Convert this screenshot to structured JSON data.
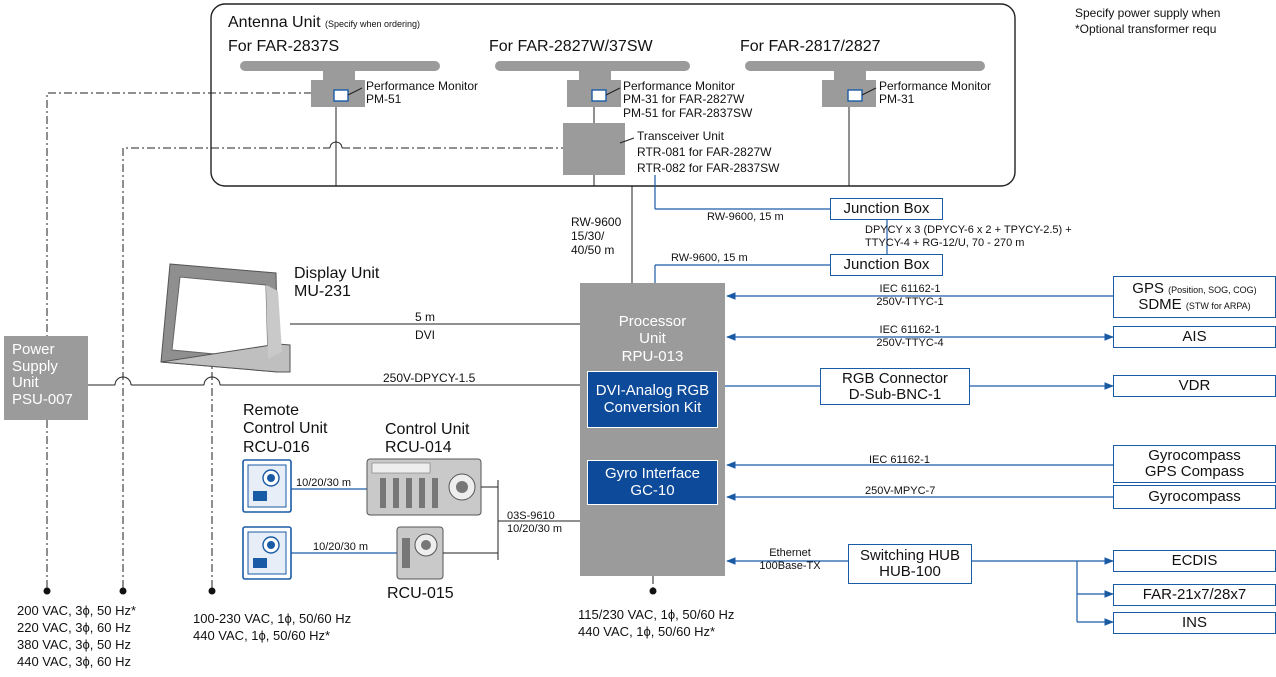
{
  "antenna_unit": {
    "title": "Antenna Unit",
    "title_note": "(Specify when ordering)",
    "variants": [
      "For FAR-2837S",
      "For FAR-2827W/37SW",
      "For FAR-2817/2827"
    ],
    "pm_left": [
      "Performance Monitor",
      "PM-51"
    ],
    "pm_center": [
      "Performance Monitor",
      "PM-31 for FAR-2827W",
      "PM-51 for FAR-2837SW"
    ],
    "pm_right": [
      "Performance Monitor",
      "PM-31"
    ],
    "transceiver": [
      "Transceiver Unit",
      "RTR-081 for FAR-2827W",
      "RTR-082 for FAR-2837SW"
    ]
  },
  "top_note": [
    "Specify power supply when",
    "*Optional transformer requ"
  ],
  "cables": {
    "rw9600_main": [
      "RW-9600",
      "15/30/",
      "40/50 m"
    ],
    "rw9600_15_top": "RW-9600, 15 m",
    "rw9600_15_bottom": "RW-9600, 15 m",
    "dpycy": [
      "DPYCY x 3 (DPYCY-6 x 2 + TPYCY-2.5) +",
      "TTYCY-4 + RG-12/U, 70 - 270 m"
    ],
    "dvi_len": "5 m",
    "dvi": "DVI",
    "psu_cable": "250V-DPYCY-1.5",
    "gps_cable": [
      "IEC 61162-1",
      "250V-TTYC-1"
    ],
    "ais_cable": [
      "IEC 61162-1",
      "250V-TTYC-4"
    ],
    "gyro_cable_1": "IEC 61162-1",
    "gyro_cable_2": "250V-MPYC-7",
    "ethernet": [
      "Ethernet",
      "100Base-TX"
    ],
    "control_cable": [
      "03S-9610",
      "10/20/30 m"
    ],
    "rcu016_len": "10/20/30 m",
    "rcu015_len": "10/20/30 m"
  },
  "junction_box": "Junction Box",
  "display_unit": [
    "Display Unit",
    "MU-231"
  ],
  "psu": [
    "Power",
    "Supply",
    "Unit",
    "PSU-007"
  ],
  "processor": [
    "Processor",
    "Unit",
    "RPU-013"
  ],
  "dvi_kit": [
    "DVI-Analog RGB",
    "Conversion Kit"
  ],
  "gyro_if": [
    "Gyro Interface",
    "GC-10"
  ],
  "remote_cu": [
    "Remote",
    "Control Unit",
    "RCU-016"
  ],
  "control_unit": [
    "Control Unit",
    "RCU-014"
  ],
  "rcu015": "RCU-015",
  "rgb_connector": [
    "RGB Connector",
    "D-Sub-BNC-1"
  ],
  "switching_hub": [
    "Switching HUB",
    "HUB-100"
  ],
  "external": {
    "gps": "GPS",
    "gps_note": "(Position, SOG, COG)",
    "sdme": "SDME",
    "sdme_note": "(STW for ARPA)",
    "ais": "AIS",
    "vdr": "VDR",
    "gyro_gps": [
      "Gyrocompass",
      "GPS Compass"
    ],
    "gyrocompass": "Gyrocompass",
    "ecdis": "ECDIS",
    "far": "FAR-21x7/28x7",
    "ins": "INS"
  },
  "power": {
    "three_phase": [
      "200 VAC, 3ϕ, 50 Hz*",
      "220 VAC, 3ϕ, 60 Hz",
      "380 VAC, 3ϕ, 50 Hz",
      "440 VAC, 3ϕ, 60 Hz"
    ],
    "single_phase_1": [
      "100-230 VAC, 1ϕ, 50/60 Hz",
      "440 VAC, 1ϕ, 50/60 Hz*"
    ],
    "single_phase_2": [
      "115/230 VAC, 1ϕ, 50/60 Hz",
      "440 VAC, 1ϕ, 50/60 Hz*"
    ]
  },
  "colors": {
    "accent": "#0d4a9a",
    "line": "#1a5ba6",
    "gray": "#9b9b9b"
  }
}
